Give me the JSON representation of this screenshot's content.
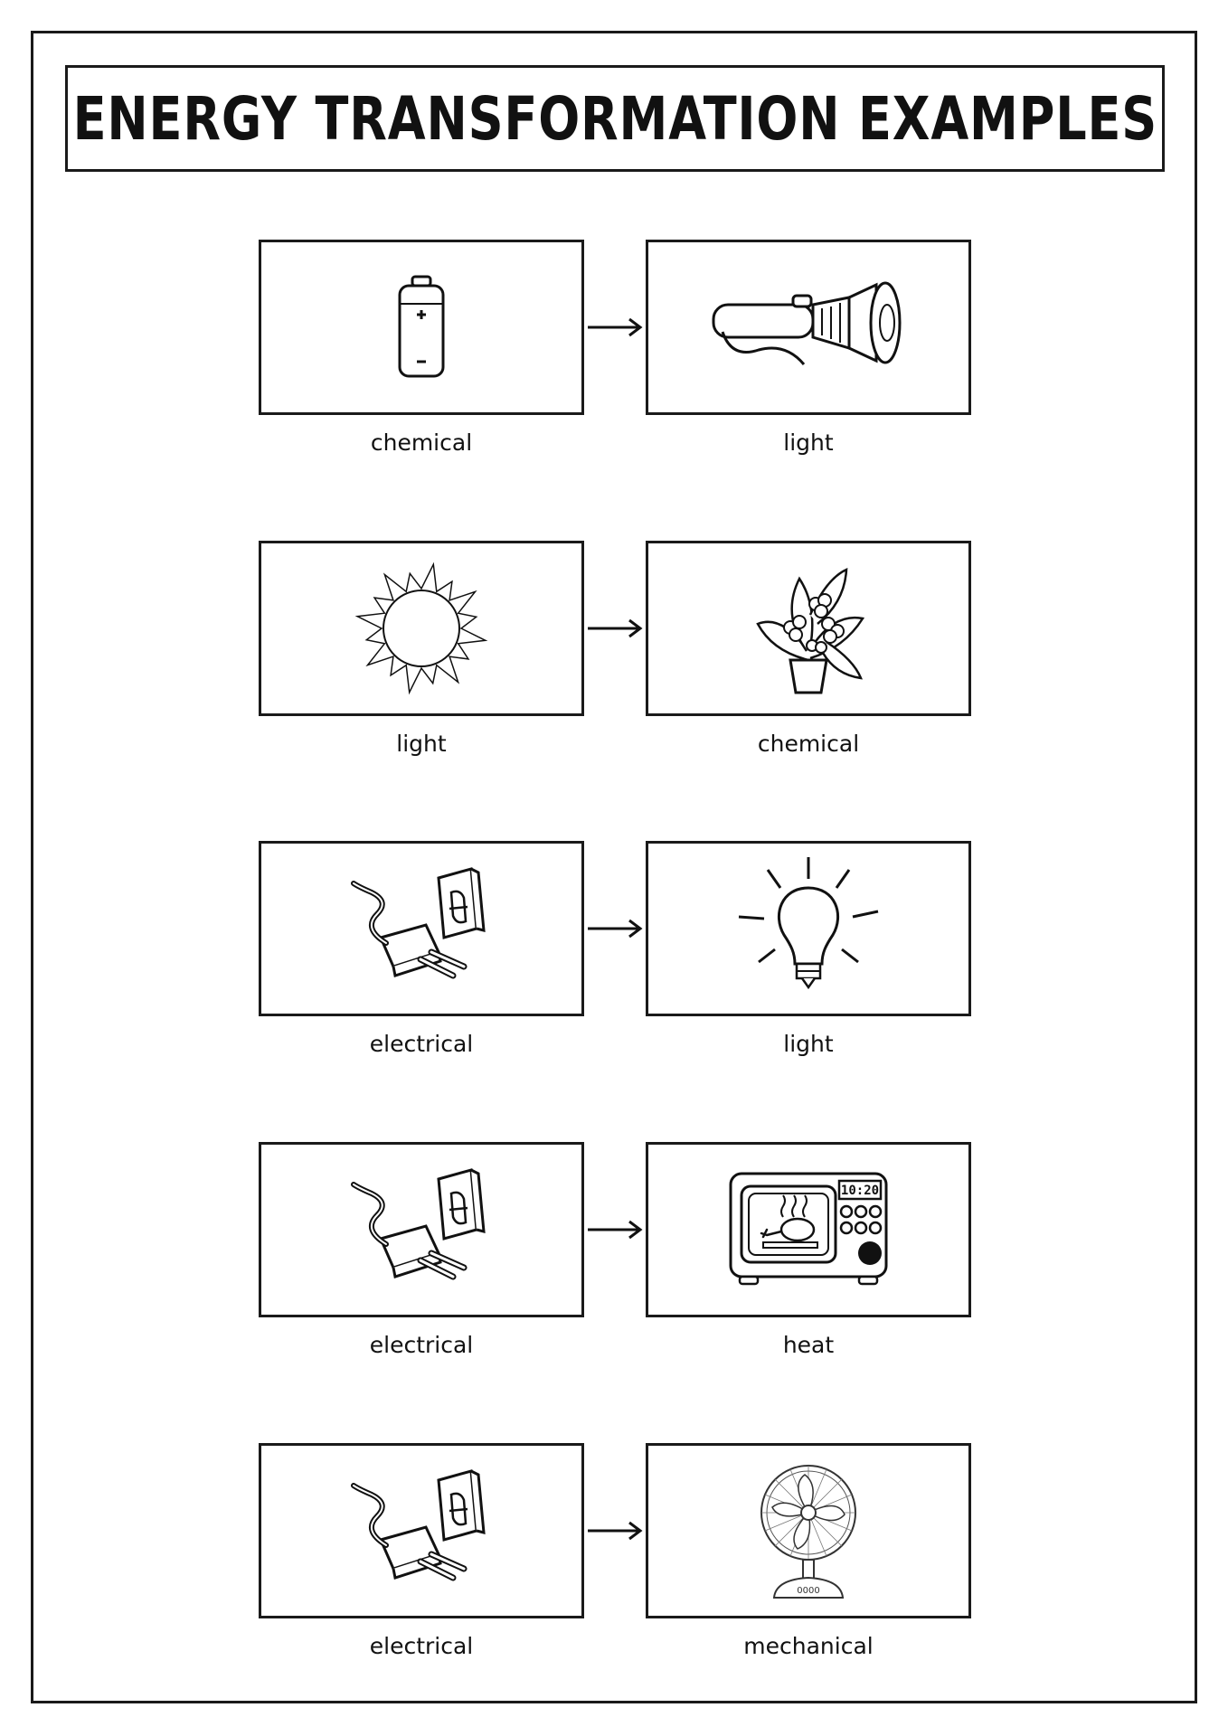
{
  "title": "ENERGY TRANSFORMATION EXAMPLES",
  "rows": [
    {
      "from": {
        "label": "chemical",
        "icon": "battery-icon"
      },
      "to": {
        "label": "light",
        "icon": "flashlight-icon"
      }
    },
    {
      "from": {
        "label": "light",
        "icon": "sun-icon"
      },
      "to": {
        "label": "chemical",
        "icon": "potted-plant-icon"
      }
    },
    {
      "from": {
        "label": "electrical",
        "icon": "plug-socket-icon"
      },
      "to": {
        "label": "light",
        "icon": "light-bulb-icon"
      }
    },
    {
      "from": {
        "label": "electrical",
        "icon": "plug-socket-icon"
      },
      "to": {
        "label": "heat",
        "icon": "microwave-icon"
      }
    },
    {
      "from": {
        "label": "electrical",
        "icon": "plug-socket-icon"
      },
      "to": {
        "label": "mechanical",
        "icon": "fan-icon"
      }
    }
  ],
  "microwave_display": "10:20",
  "fan_base_text": "0000"
}
